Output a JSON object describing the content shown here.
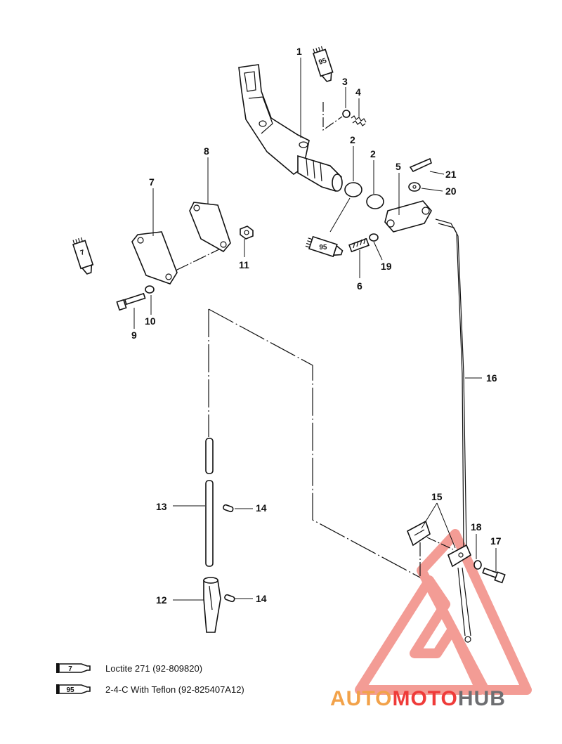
{
  "callouts": [
    "1",
    "2",
    "2",
    "3",
    "4",
    "5",
    "6",
    "7",
    "8",
    "9",
    "10",
    "11",
    "12",
    "13",
    "14",
    "14",
    "15",
    "16",
    "17",
    "18",
    "19",
    "20",
    "21"
  ],
  "tube_codes": {
    "loctite": "7",
    "teflon": "95"
  },
  "legend": [
    {
      "code": "7",
      "text": "Loctite 271 (92-809820)"
    },
    {
      "code": "95",
      "text": "2-4-C  With Teflon (92-825407A12)"
    }
  ],
  "watermark": {
    "part1": "AUTO",
    "part2": "MOTO",
    "part3": "HUB",
    "color_orange": "#f2a24a",
    "color_red": "#ef3b39",
    "color_gray": "#6d6e71"
  }
}
